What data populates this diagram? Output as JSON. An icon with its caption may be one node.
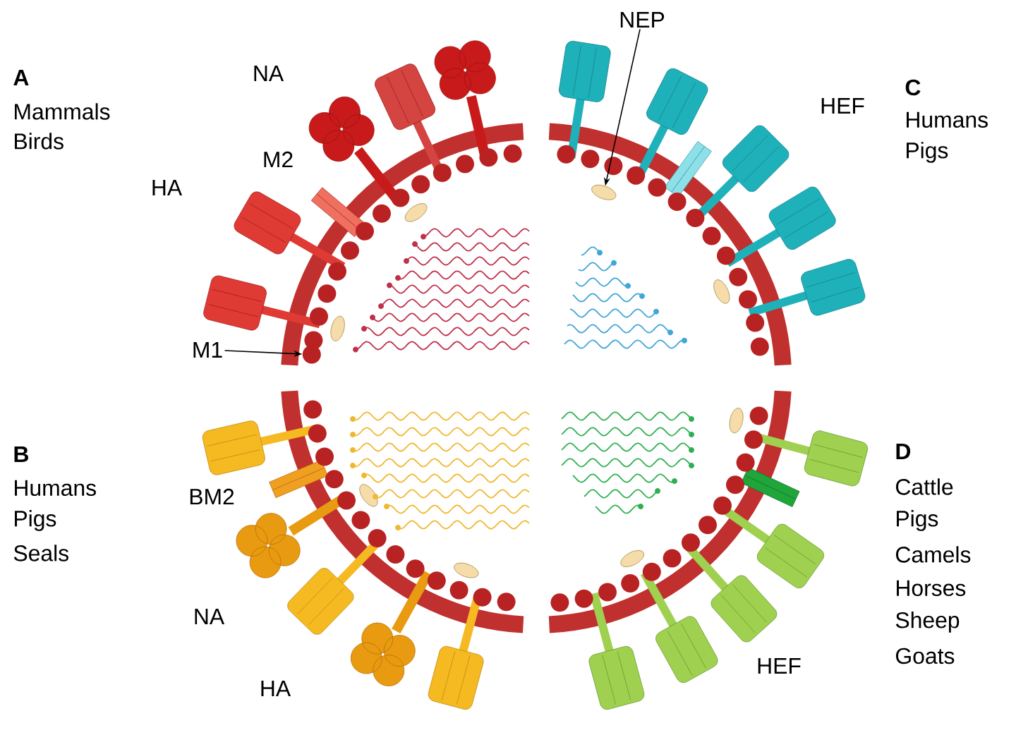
{
  "diagram": {
    "nodes": [
      {
        "text": [
          "M1"
        ]
      },
      {
        "text": [],
        "shape": "circle"
      },
      {
        "text": [
          "NEP"
        ]
      },
      {
        "text": [],
        "shape": "ellipse"
      }
    ],
    "edges": [
      {
        "from": 0,
        "to": 1,
        "arrow": "to"
      },
      {
        "from": 2,
        "to": 3,
        "arrow": "to"
      }
    ],
    "labels": [
      "A",
      "Mammals",
      "Birds",
      "NA",
      "M2",
      "HA",
      "C",
      "Humans",
      "Pigs",
      "HEF",
      "B",
      "Humans",
      "Pigs",
      "Seals",
      "BM2",
      "NA",
      "HA",
      "D",
      "Cattle",
      "Pigs",
      "Camels",
      "Horses",
      "Sheep",
      "Goats",
      "HEF"
    ]
  }
}
